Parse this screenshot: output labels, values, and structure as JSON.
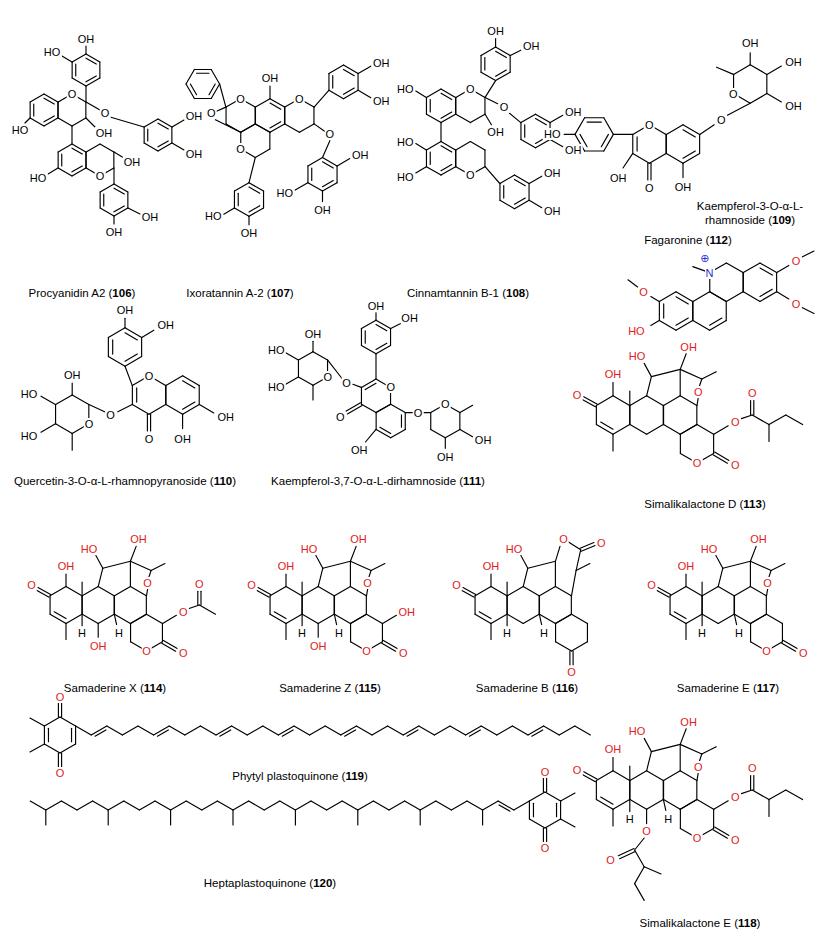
{
  "diagram": {
    "labels": [
      "OH",
      "HO",
      "O",
      "HO",
      "O",
      "OH",
      "OH",
      "OH",
      "HO",
      "O",
      "OH",
      "OH",
      "OH",
      "Procyanidin A2 (106)",
      "OH",
      "O",
      "O",
      "O",
      "HO",
      "OH",
      "O",
      "OH",
      "OH",
      "O",
      "OH",
      "OH",
      "HO",
      "Ixoratannin A-2 (107)",
      "OH",
      "OH",
      "O",
      "HO",
      "O",
      "OH",
      "OH",
      "OH",
      "HO",
      "HO",
      "O",
      "OH",
      "OH",
      "Cinnamtannin B-1 (108)",
      "O",
      "HO",
      "OH",
      "O",
      "OH",
      "O",
      "O",
      "OH",
      "OH",
      "OH",
      "Kaempferol-3-O-α-L- rhamnoside (109)",
      "OH",
      "OH",
      "O",
      "O",
      "O",
      "OH",
      "OH",
      "O",
      "OH",
      "HO",
      "HO",
      "Quercetin-3-O-α-L-rhamnopyranoside (110)",
      "OH",
      "OH",
      "O",
      "O",
      "OH",
      "O",
      "O",
      "OH",
      "OH",
      "O",
      "O",
      "OH",
      "HO",
      "HO",
      "Kaempferol-3,7-O-α-L-dirhamnoside (111)",
      "N",
      "⊕",
      "O",
      "O",
      "O",
      "HO",
      "Fagaronine (112)",
      "O",
      "OH",
      "HO",
      "OH",
      "O",
      "O",
      "O",
      "O",
      "O",
      "Simalikalactone D (113)",
      "O",
      "OH",
      "HO",
      "OH",
      "O",
      "O",
      "O",
      "O",
      "O",
      "OH",
      "H",
      "H",
      "Samaderine X (114)",
      "O",
      "OH",
      "HO",
      "OH",
      "O",
      "O",
      "O",
      "OH",
      "OH",
      "H",
      "H",
      "Samaderine Z (115)",
      "O",
      "OH",
      "HO",
      "O",
      "O",
      "O",
      "H",
      "H",
      "Samaderine B (116)",
      "O",
      "OH",
      "HO",
      "OH",
      "O",
      "O",
      "O",
      "H",
      "H",
      "Samaderine E (117)",
      "O",
      "OH",
      "HO",
      "OH",
      "O",
      "O",
      "O",
      "O",
      "O",
      "O",
      "O",
      "H",
      "H",
      "Simalikalactone E (118)",
      "O",
      "O",
      "Phytyl plastoquinone (119)",
      "O",
      "O",
      "Heptaplastoquinone (120)"
    ]
  }
}
